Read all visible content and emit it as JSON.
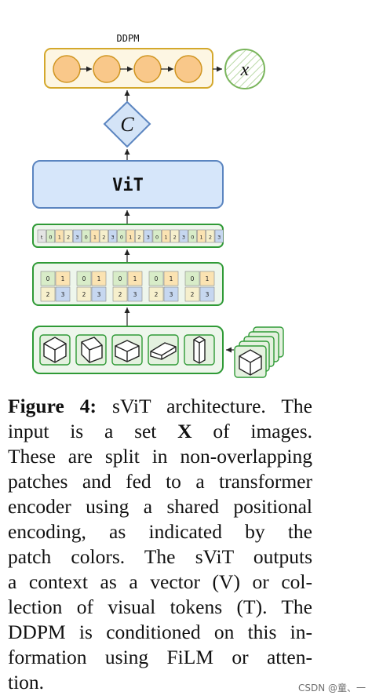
{
  "figure": {
    "ddpm_title": "DDPM",
    "x_symbol": "x",
    "c_symbol": "C",
    "vit_label": "ViT",
    "token_sequence": [
      "t",
      "0",
      "1",
      "2",
      "3",
      "0",
      "1",
      "2",
      "3",
      "0",
      "1",
      "2",
      "3",
      "0",
      "1",
      "2",
      "3",
      "0",
      "1",
      "2",
      "3"
    ],
    "patch_grid_labels": [
      "0",
      "1",
      "2",
      "3"
    ],
    "patch_groups": 5,
    "colors": {
      "ddpm_fill": "#fdf6e3",
      "ddpm_border": "#d4a82c",
      "circle_fill": "#f9c88a",
      "circle_border": "#d09520",
      "x_border": "#7ab55c",
      "diamond_fill": "#d4e4f7",
      "diamond_border": "#5b85c0",
      "vit_fill": "#d6e6fa",
      "vit_border": "#5b85c0",
      "green_border": "#2f9a36",
      "green_fill": "#eef6ec",
      "patch_0": "#d8ecc8",
      "patch_1": "#fbe3b2",
      "patch_2": "#f6efcc",
      "patch_3": "#c6d7f0",
      "token_t": "#e4e4e4"
    }
  },
  "caption": {
    "lines": [
      {
        "bold": "Figure 4:",
        "text": " sViT architecture. The"
      },
      {
        "pre": "input is a set ",
        "bold": "X",
        "text": " of images."
      },
      {
        "text": "These are split in non-overlapping"
      },
      {
        "text": "patches and fed to a transformer"
      },
      {
        "text": "encoder using a shared positional"
      },
      {
        "text": "encoding, as indicated by the"
      },
      {
        "text": "patch colors. The sViT outputs"
      },
      {
        "text": "a context as a vector (V) or col-"
      },
      {
        "text": "lection of visual tokens (T). The"
      },
      {
        "text": "DDPM is conditioned on this in-"
      },
      {
        "text": "formation using FiLM or atten-"
      },
      {
        "text": "tion."
      }
    ]
  },
  "watermark": "CSDN @童、一"
}
